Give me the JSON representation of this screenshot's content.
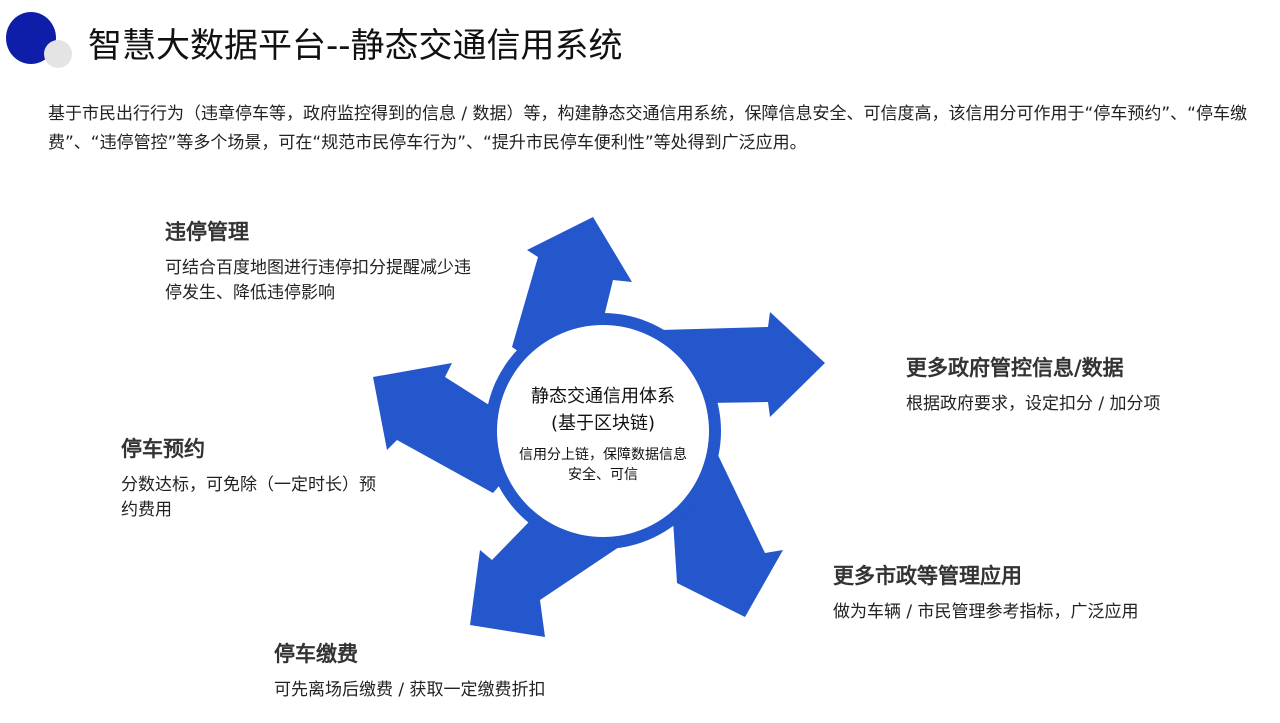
{
  "header": {
    "title": "智慧大数据平台--静态交通信用系统"
  },
  "intro": "基于市民出行行为（违章停车等，政府监控得到的信息 / 数据）等，构建静态交通信用系统，保障信息安全、可信度高，该信用分可作用于“停车预约”、“停车缴费”、“违停管控”等多个场景，可在“规范市民停车行为”、“提升市民停车便利性”等处得到广泛应用。",
  "center": {
    "title": "静态交通信用体系",
    "subtitle": "(基于区块链)",
    "desc": "信用分上链，保障数据信息安全、可信"
  },
  "items": [
    {
      "title": "违停管理",
      "desc": "可结合百度地图进行违停扣分提醒减少违停发生、降低违停影响"
    },
    {
      "title": "更多政府管控信息/数据",
      "desc": "根据政府要求，设定扣分 / 加分项"
    },
    {
      "title": "停车预约",
      "desc": "分数达标，可免除（一定时长）预约费用"
    },
    {
      "title": "更多市政等管理应用",
      "desc": "做为车辆 / 市民管理参考指标，广泛应用"
    },
    {
      "title": "停车缴费",
      "desc": "可先离场后缴费 / 获取一定缴费折扣"
    }
  ],
  "colors": {
    "arrow": "#2456cc",
    "logo": "#0f1ea8"
  }
}
